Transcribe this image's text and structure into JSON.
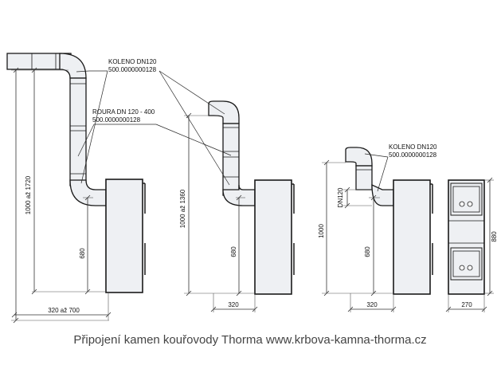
{
  "labels": {
    "koleno_title": "KOLENO DN120",
    "koleno_code": "500.0000000128",
    "roura_title": "ROURA DN 120 - 400",
    "roura_code": "500.0000000128",
    "koleno3_title": "KOLENO DN120",
    "koleno3_code": "500.0000000128"
  },
  "dimensions": {
    "d1_height": "1000 až 1720",
    "d1_stove": "680",
    "d1_width": "320 až 700",
    "d2_height": "1000 až 1360",
    "d2_stove": "680",
    "d2_width": "320",
    "d3_height": "1000",
    "d3_elbow": "DN120",
    "d3_stove": "680",
    "d3_width": "320",
    "d4_width": "270",
    "d4_height": "880"
  },
  "footer": {
    "text": "Připojení kamen kouřovody Thorma  www.krbova-kamna-thorma.cz"
  }
}
